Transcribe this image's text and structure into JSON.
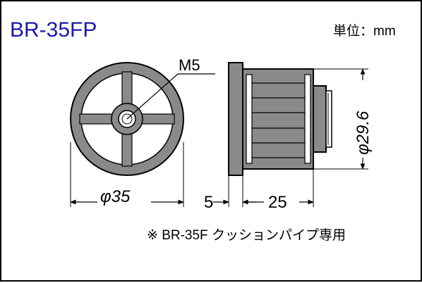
{
  "title": "BR-35FP",
  "unit_label": "単位：mm",
  "thread_label": "M5",
  "diameter_label": "φ35",
  "height_label": "φ29.6",
  "flange_label": "5",
  "body_label": "25",
  "note": "※ BR-35F クッションパイプ専用",
  "colors": {
    "title": "#1a1aa8",
    "line": "#000000",
    "part_fill": "#8a8a8a",
    "part_dark": "#555555"
  }
}
